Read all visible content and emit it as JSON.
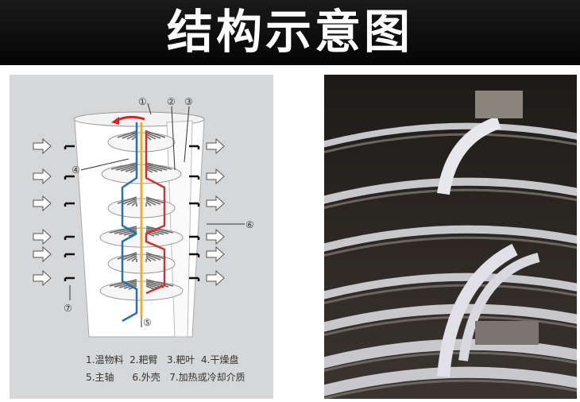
{
  "title": "结构示意图",
  "diagram": {
    "callouts": [
      "①",
      "②",
      "③",
      "④",
      "⑤",
      "⑥",
      "⑦"
    ],
    "legend_line1": "1.温物料  2.耙臂   3.耙叶  4.干燥盘",
    "legend_line2": "5.主轴      6.外壳   7.加热或冷却介质",
    "colors": {
      "hot_pipe": "#d03030",
      "cold_pipe": "#2a70b0",
      "shaft": "#e0b040",
      "arrow": "#e02020"
    }
  }
}
